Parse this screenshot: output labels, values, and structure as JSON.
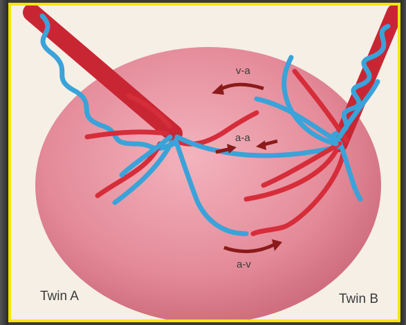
{
  "labels": {
    "twin_a": "Twin A",
    "twin_b": "Twin B",
    "v_a": "v-a",
    "a_a": "a-a",
    "a_v": "a-v"
  },
  "colors": {
    "placenta": "#e7909d",
    "artery": "#d62d3a",
    "vein": "#3aa3d9",
    "arrow": "#8b1a1a",
    "border": "#f4e600",
    "background": "#f5efe6"
  }
}
